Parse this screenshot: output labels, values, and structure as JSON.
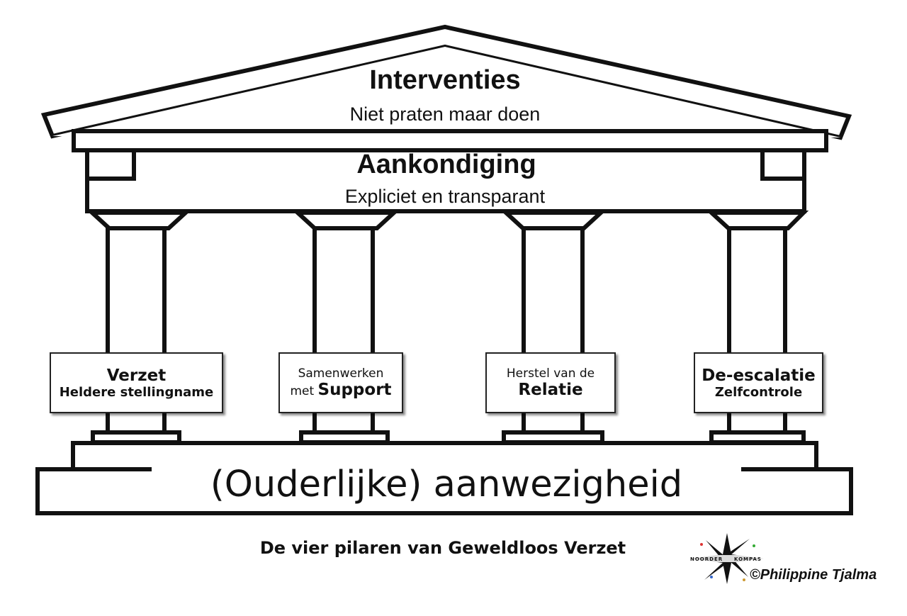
{
  "roof": {
    "title": "Interventies",
    "subtitle": "Niet praten maar doen"
  },
  "architrave": {
    "title": "Aankondiging",
    "subtitle": "Expliciet en transparant"
  },
  "pillars": [
    {
      "line1": "Verzet",
      "line2": "Heldere stellingname"
    },
    {
      "line1": "Samenwerken",
      "line2_prefix": "met ",
      "line2_bold": "Support"
    },
    {
      "line1": "Herstel van de",
      "line2": "Relatie"
    },
    {
      "line1": "De-escalatie",
      "line2": "Zelfcontrole"
    }
  ],
  "foundation": {
    "label": "(Ouderlijke) aanwezigheid"
  },
  "caption": "De vier pilaren van Geweldloos Verzet",
  "copyright": "©Philippine Tjalma",
  "logo": {
    "text_left": "NOORDER",
    "text_right": "KOMPAS",
    "icon": "compass-star-icon"
  }
}
